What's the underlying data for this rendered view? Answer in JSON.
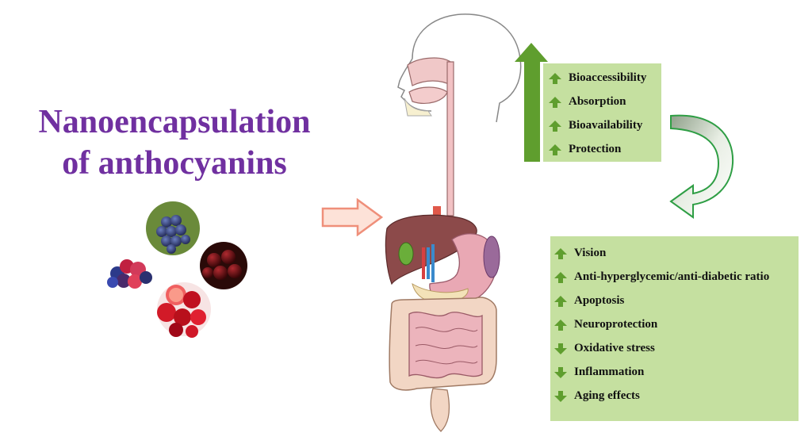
{
  "title": {
    "line1": "Nanoencapsulation",
    "line2": "of anthocyanins"
  },
  "colors": {
    "title": "#7030a0",
    "box": "#c5e0a0",
    "arrow_green": "#5f9e2e",
    "box_arrow": "#f4b6a8"
  },
  "box1": {
    "items": [
      {
        "label": "Bioaccessibility",
        "dir": "up"
      },
      {
        "label": "Absorption",
        "dir": "up"
      },
      {
        "label": "Bioavailability",
        "dir": "up"
      },
      {
        "label": "Protection",
        "dir": "up"
      }
    ]
  },
  "box2": {
    "items": [
      {
        "label": "Vision",
        "dir": "up"
      },
      {
        "label": "Anti-hyperglycemic/anti-diabetic ratio",
        "dir": "up"
      },
      {
        "label": "Apoptosis",
        "dir": "up"
      },
      {
        "label": "Neuroprotection",
        "dir": "up"
      },
      {
        "label": "Oxidative stress",
        "dir": "down"
      },
      {
        "label": "Inflammation",
        "dir": "down"
      },
      {
        "label": "Aging effects",
        "dir": "down"
      }
    ]
  }
}
